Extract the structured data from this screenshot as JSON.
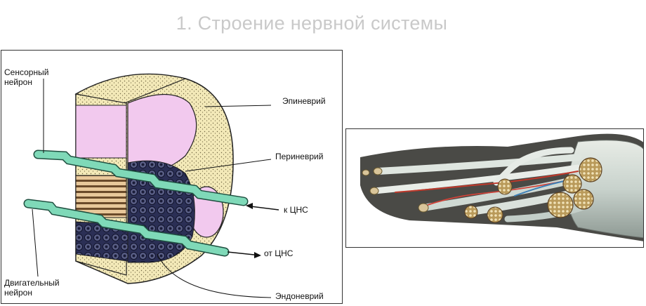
{
  "slide": {
    "title": "1. Строение нервной системы"
  },
  "diagram": {
    "labels": {
      "sensory_line1": "Сенсорный",
      "sensory_line2": "нейрон",
      "motor_line1": "Двигательный",
      "motor_line2": "нейрон",
      "epineurium": "Эпиневрий",
      "perineurium": "Периневрий",
      "endoneurium": "Эндоневрий",
      "to_cns": "к ЦНС",
      "from_cns": "от ЦНС"
    },
    "colors": {
      "sheath": "#f3e9b8",
      "fascicle": "#f2c9ee",
      "fiber": "#7fd9b8",
      "fiber_dark": "#3b9b7a",
      "cells": "#2b2f55"
    }
  }
}
